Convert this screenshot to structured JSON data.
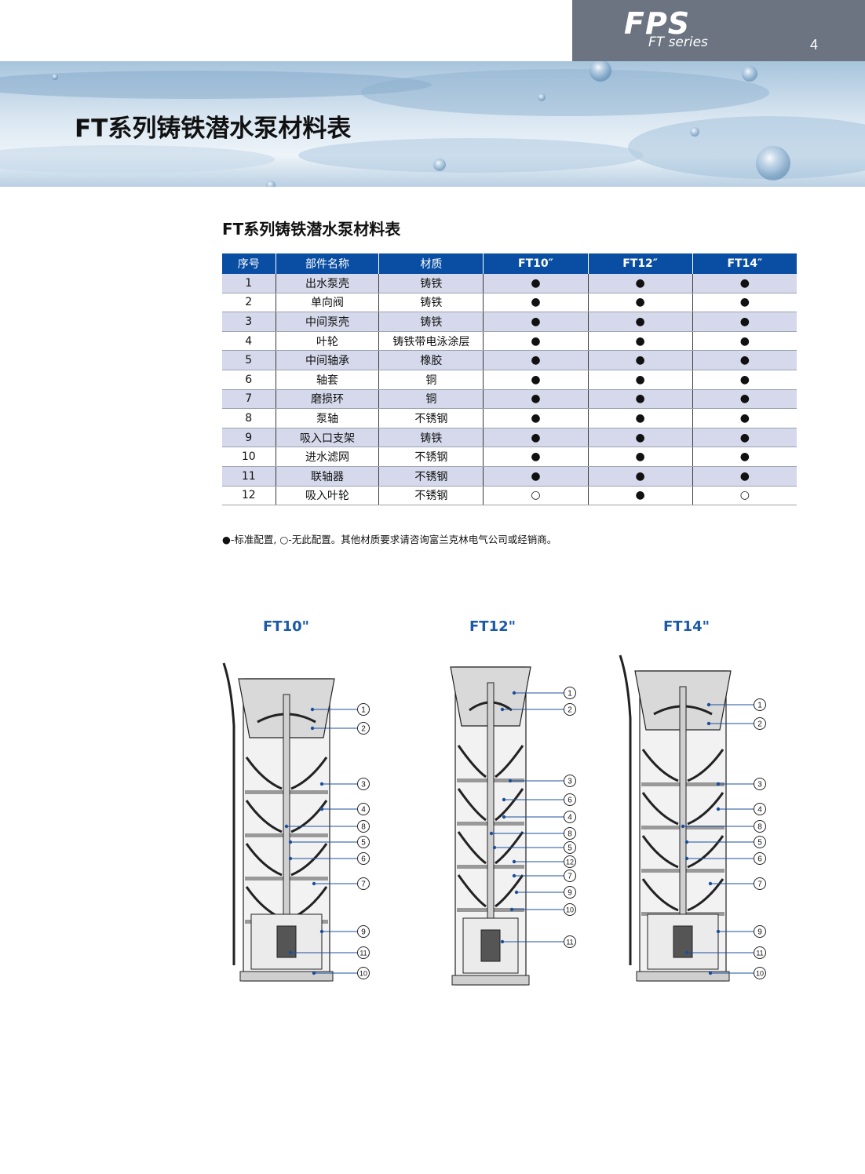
{
  "header": {
    "logo_main": "FPS",
    "logo_sub": "FT series",
    "page_number": "4"
  },
  "banner": {
    "title": "FT系列铸铁潜水泵材料表"
  },
  "section_title": "FT系列铸铁潜水泵材料表",
  "table": {
    "headers": [
      "序号",
      "部件名称",
      "材质",
      "FT10″",
      "FT12″",
      "FT14″"
    ],
    "rows": [
      [
        "1",
        "出水泵壳",
        "铸铁",
        "●",
        "●",
        "●"
      ],
      [
        "2",
        "单向阀",
        "铸铁",
        "●",
        "●",
        "●"
      ],
      [
        "3",
        "中间泵壳",
        "铸铁",
        "●",
        "●",
        "●"
      ],
      [
        "4",
        "叶轮",
        "铸铁带电泳涂层",
        "●",
        "●",
        "●"
      ],
      [
        "5",
        "中间轴承",
        "橡胶",
        "●",
        "●",
        "●"
      ],
      [
        "6",
        "轴套",
        "铜",
        "●",
        "●",
        "●"
      ],
      [
        "7",
        "磨损环",
        "铜",
        "●",
        "●",
        "●"
      ],
      [
        "8",
        "泵轴",
        "不锈钢",
        "●",
        "●",
        "●"
      ],
      [
        "9",
        "吸入口支架",
        "铸铁",
        "●",
        "●",
        "●"
      ],
      [
        "10",
        "进水滤网",
        "不锈钢",
        "●",
        "●",
        "●"
      ],
      [
        "11",
        "联轴器",
        "不锈钢",
        "●",
        "●",
        "●"
      ],
      [
        "12",
        "吸入叶轮",
        "不锈钢",
        "○",
        "●",
        "○"
      ]
    ]
  },
  "note": "●-标准配置, ○-无此配置。其他材质要求请咨询富兰克林电气公司或经销商。",
  "diagrams": [
    {
      "title": "FT10\"",
      "labels": [
        "1",
        "2",
        "3",
        "4",
        "8",
        "5",
        "6",
        "7",
        "9",
        "11",
        "10"
      ]
    },
    {
      "title": "FT12\"",
      "labels": [
        "1",
        "2",
        "3",
        "6",
        "4",
        "8",
        "5",
        "12",
        "7",
        "9",
        "10",
        "11"
      ]
    },
    {
      "title": "FT14\"",
      "labels": [
        "1",
        "2",
        "3",
        "4",
        "8",
        "5",
        "6",
        "7",
        "9",
        "11",
        "10"
      ]
    }
  ],
  "colors": {
    "table_header": "#0a4ea3",
    "table_stripe": "#d5d9eb",
    "diagram_title": "#1a5aa6",
    "leader_line": "#1b4f9c",
    "logo_box": "#6b7480"
  }
}
